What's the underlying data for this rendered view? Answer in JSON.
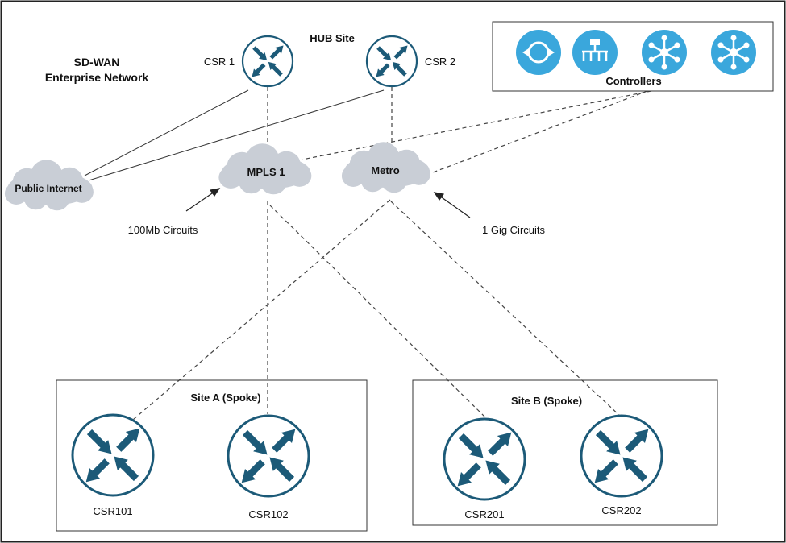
{
  "title": {
    "line1": "SD-WAN",
    "line2": "Enterprise Network"
  },
  "hub_site_label": "HUB Site",
  "controllers_label": "Controllers",
  "controllers": [
    {
      "icon": "vbond-orchestrator-icon"
    },
    {
      "icon": "vmanage-icon"
    },
    {
      "icon": "vsmart-icon"
    },
    {
      "icon": "vsmart-icon"
    }
  ],
  "routers": {
    "csr1": "CSR 1",
    "csr2": "CSR 2",
    "csr101": "CSR101",
    "csr102": "CSR102",
    "csr201": "CSR201",
    "csr202": "CSR202"
  },
  "clouds": {
    "public_internet": "Public Internet",
    "mpls": "MPLS 1",
    "metro": "Metro"
  },
  "annotations": {
    "left_circuits": "100Mb Circuits",
    "right_circuits": "1 Gig Circuits"
  },
  "sites": {
    "site_a": "Site A (Spoke)",
    "site_b": "Site B (Spoke)"
  },
  "colors": {
    "router_arrow": "#1c5a78",
    "controller_fill": "#3aa7dc",
    "cloud_fill": "#c9ced6"
  }
}
